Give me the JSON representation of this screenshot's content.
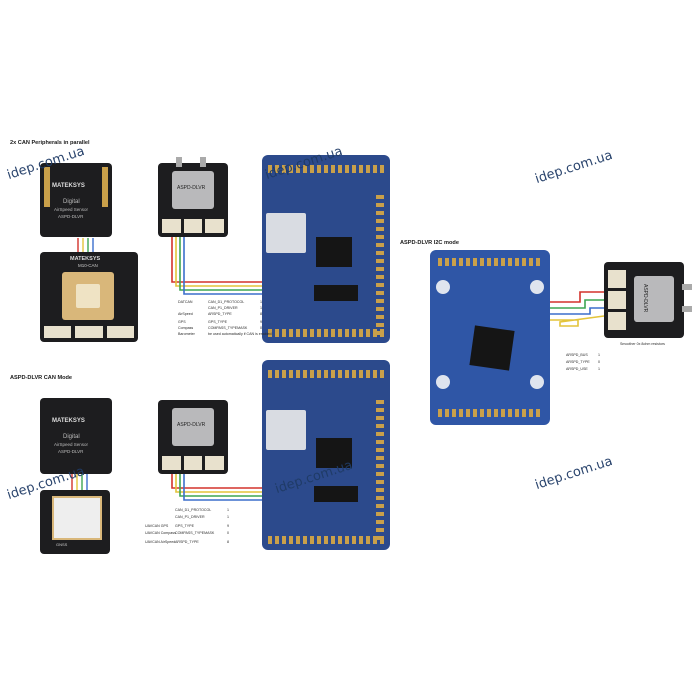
{
  "sections": {
    "top_left_title": "2x CAN Peripherals in parallel",
    "mid_left_title": "ASPD-DLVR CAN Mode",
    "right_title": "ASPD-DLVR I2C mode"
  },
  "watermark": "idep.com.ua",
  "labels": {
    "sensor_chip": "ASPD-DLVR",
    "matek_logo": "MATEKSYS",
    "digital_text": "Digital",
    "airspeed_text": "AirSpeed Sensor",
    "model_text": "ASPD-DLVR",
    "gnss_module": "M10-CAN",
    "gnss_lower": "GNSS",
    "right_footnote": "Smoother 0x 8ohm resistors"
  },
  "params_top": [
    {
      "group": "DATCAN",
      "name": "CAN_D1_PROTOCOL",
      "value": "1"
    },
    {
      "group": "",
      "name": "CAN_P1_DRIVER",
      "value": "1"
    },
    {
      "group": "AirSpeed",
      "name": "ARSPD_TYPE",
      "value": "8"
    },
    {
      "group": "GPS",
      "name": "GPS_TYPE",
      "value": "9"
    },
    {
      "group": "Compass",
      "name": "COMPASS_TYPEMASK",
      "value": "0"
    },
    {
      "group": "Barometer",
      "name": "be used automatically if CAN is enabled",
      "value": ""
    }
  ],
  "params_mid": [
    {
      "group": "",
      "name": "CAN_D1_PROTOCOL",
      "value": "1"
    },
    {
      "group": "",
      "name": "CAN_P1_DRIVER",
      "value": "1"
    },
    {
      "group": "UAVCAN GPS",
      "name": "GPS_TYPE",
      "value": "9"
    },
    {
      "group": "UAVCAN Compass",
      "name": "COMPASS_TYPEMASK",
      "value": "0"
    },
    {
      "group": "UAVCAN AirSpeed",
      "name": "ARSPD_TYPE",
      "value": "8"
    }
  ],
  "params_right": [
    {
      "name": "ARSPD_BUS",
      "value": "1"
    },
    {
      "name": "ARSPD_TYPE",
      "value": "0"
    },
    {
      "name": "ARSPD_USE",
      "value": "1"
    }
  ],
  "colors": {
    "board_black": "#1d1d1f",
    "fc_blue": "#2c4a8c",
    "fc_blue_light": "#3a5ea8",
    "pad_gold": "#c9a04a",
    "wire_red": "#d3322b",
    "wire_yellow": "#e3c43a",
    "wire_green": "#3da552",
    "wire_blue": "#3b6fcc",
    "watermark": "#1f3b66"
  }
}
